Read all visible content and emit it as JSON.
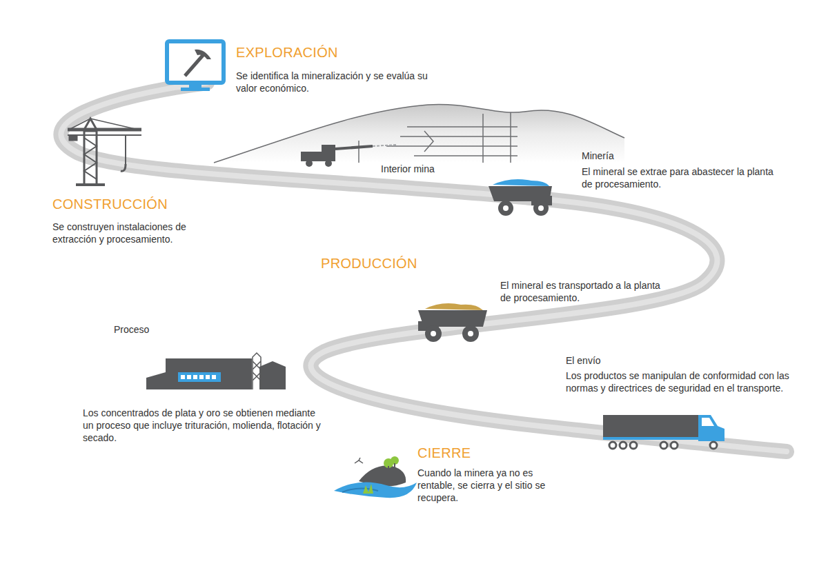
{
  "diagram": {
    "labels": [
      "EXPLORACIÓN",
      "Se identifica la mineralización y se evalúa su valor económico.",
      "Interior mina",
      "Minería",
      "El mineral se extrae para abastecer la planta de procesamiento.",
      "CONSTRUCCIÓN",
      "Se construyen instalaciones de extracción y procesamiento.",
      "PRODUCCIÓN",
      "El mineral es transportado a la planta de procesamiento.",
      "Proceso",
      "El envío",
      "Los productos se manipulan de conformidad con las normas y directrices de seguridad en el transporte.",
      "Los concentrados de plata y oro se obtienen mediante un proceso que incluye trituración, molienda, flotación y secado.",
      "CIERRE",
      "Cuando la minera ya no es rentable, se cierra y el sitio se recupera."
    ]
  }
}
